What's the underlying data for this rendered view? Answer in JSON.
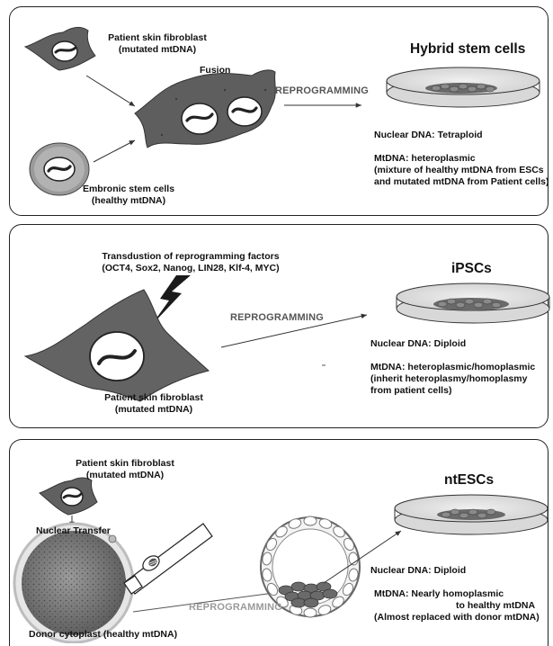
{
  "panel_hybrid": {
    "fibroblast_label_1": "Patient skin fibroblast",
    "fibroblast_label_2": "(mutated mtDNA)",
    "fusion_label": "Fusion",
    "esc_label_1": "Embronic stem cells",
    "esc_label_2": "(healthy mtDNA)",
    "reprogramming_label": "REPROGRAMMING",
    "title": "Hybrid stem cells",
    "nuclear_dna": "Nuclear DNA: Tetraploid",
    "mtdna_line1": "MtDNA: heteroplasmic",
    "mtdna_line2": "(mixture of healthy mtDNA from ESCs",
    "mtdna_line3": "and mutated mtDNA from Patient cells)"
  },
  "panel_ipsc": {
    "factors_line1": "Transdustion of reprogramming factors",
    "factors_line2": "(OCT4, Sox2, Nanog, LIN28, Klf-4, MYC)",
    "reprogramming_label": "REPROGRAMMING",
    "title": "iPSCs",
    "nuclear_dna": "Nuclear DNA: Diploid",
    "mtdna_line1": "MtDNA: heteroplasmic/homoplasmic",
    "mtdna_line2": "(inherit heteroplasmy/homoplasmy",
    "mtdna_line3": "from patient cells)",
    "fibroblast_label_1": "Patient skin fibroblast",
    "fibroblast_label_2": "(mutated mtDNA)"
  },
  "panel_ntesc": {
    "fibroblast_label_1": "Patient skin fibroblast",
    "fibroblast_label_2": "(mutated mtDNA)",
    "nuclear_transfer_label": "Nuclear Transfer",
    "reprogramming_label": "REPROGRAMMING",
    "title": "ntESCs",
    "nuclear_dna": "Nuclear DNA: Diploid",
    "mtdna_line1": "MtDNA: Nearly homoplasmic",
    "mtdna_line2": "to healthy mtDNA",
    "mtdna_line3": "(Almost replaced with donor mtDNA)",
    "donor_label": "Donor cytoplast (healthy mtDNA)"
  },
  "colors": {
    "cell_dark": "#5e5e5e",
    "cell_mid": "#7a7a7a",
    "dish_fill": "#e4e4e4",
    "colony": "#6e6e6e",
    "oocyte": "#8c8c8c",
    "esc_cell": "#9c9c9c"
  }
}
